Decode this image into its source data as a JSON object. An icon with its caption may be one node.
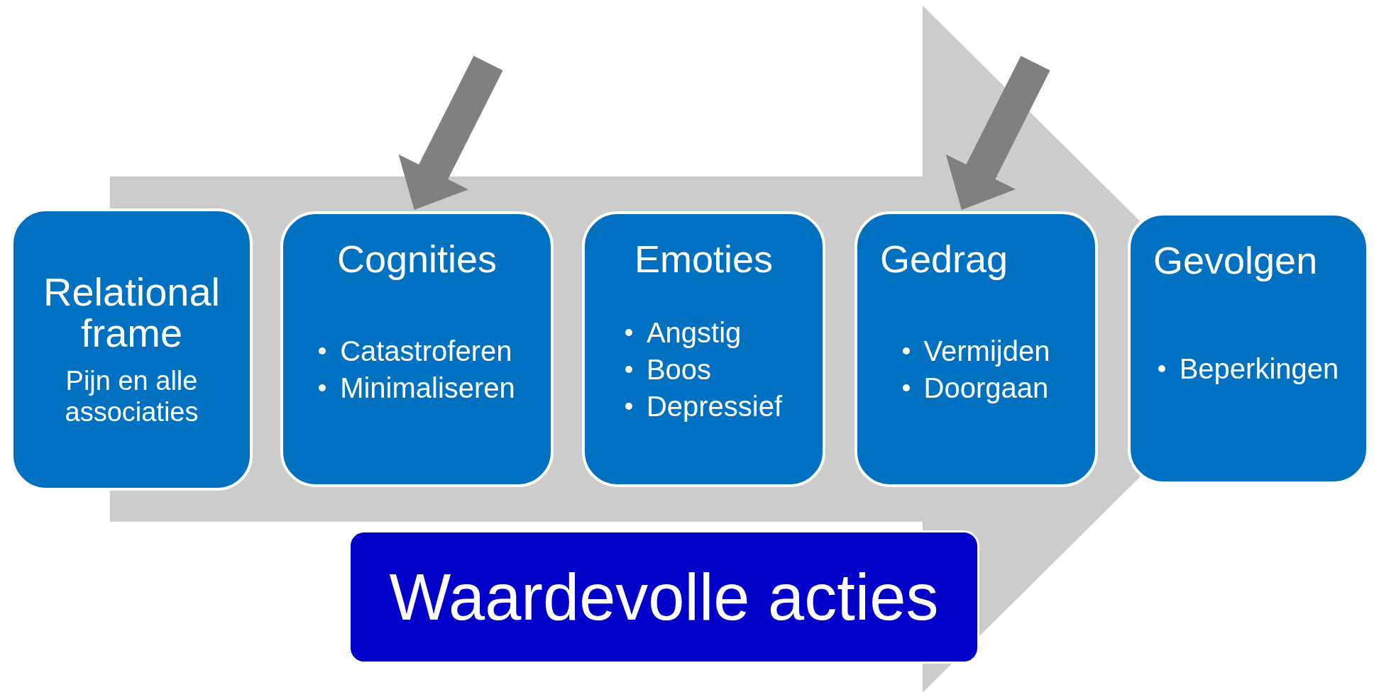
{
  "diagram": {
    "nodes": [
      {
        "text": [
          "Relational frame",
          "Pijn en alle associaties"
        ]
      },
      {
        "text": [
          "Cognities",
          "Catastroferen",
          "Minimaliseren"
        ]
      },
      {
        "text": [
          "Emoties",
          "Angstig",
          "Boos",
          "Depressief"
        ]
      },
      {
        "text": [
          "Gedrag",
          "Vermijden",
          "Doorgaan"
        ]
      },
      {
        "text": [
          "Gevolgen",
          "Beperkingen"
        ]
      },
      {
        "text": [
          "Waardevolle acties"
        ]
      }
    ],
    "edges": [
      {
        "from": null,
        "to": 1,
        "arrow": "to",
        "style": "thick",
        "color": "#808080"
      },
      {
        "from": null,
        "to": 3,
        "arrow": "to",
        "style": "thick",
        "color": "#808080"
      },
      {
        "from": 0,
        "to": 4,
        "arrow": "to",
        "style": "thick",
        "color": "#cccccc"
      }
    ]
  }
}
